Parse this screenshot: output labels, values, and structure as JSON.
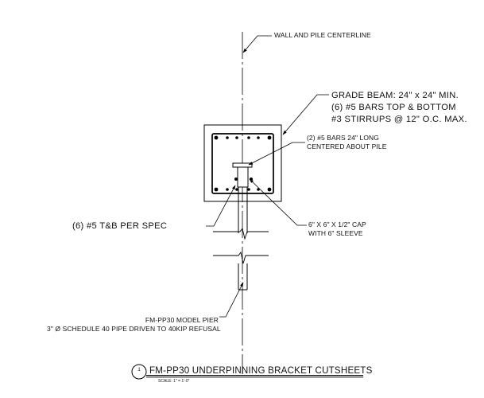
{
  "notes": {
    "centerline": "WALL AND PILE CENTERLINE",
    "grade_beam": [
      "GRADE BEAM: 24\" x 24\" MIN.",
      "(6) #5 BARS TOP & BOTTOM",
      "#3 STIRRUPS @ 12\" O.C. MAX."
    ],
    "bars": [
      "(2) #5 BARS 24\" LONG",
      "CENTERED ABOUT PILE"
    ],
    "cap": [
      "6\" X 6\" X 1/2\" CAP",
      "WITH 6\" SLEEVE"
    ],
    "tb": "(6) #5 T&B PER SPEC",
    "pier": [
      "FM-PP30 MODEL PIER",
      "3\" Ø SCHEDULE 40 PIPE DRIVEN TO 40KIP REFUSAL"
    ]
  },
  "title_block": {
    "number": "1",
    "title": "FM-PP30 UNDERPINNING BRACKET CUTSHEETS",
    "scale": "SCALE: 1\" = 1'-0\""
  }
}
